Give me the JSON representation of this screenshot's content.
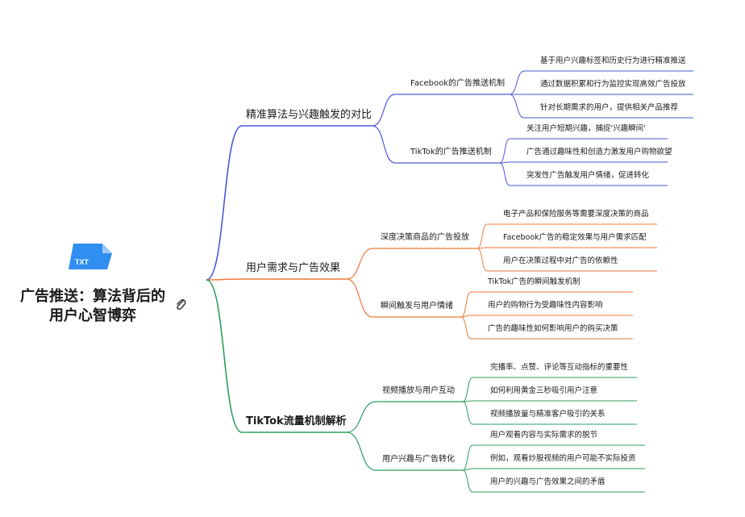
{
  "root": {
    "title_line1": "广告推送：算法背后的",
    "title_line2": "用户心智博弈",
    "file_badge": "TXT"
  },
  "branches": [
    {
      "label": "精准算法与兴趣触发的对比",
      "color": "#4a59d8",
      "children": [
        {
          "label": "Facebook的广告推送机制",
          "items": [
            "基于用户兴趣标签和历史行为进行精准推送",
            "通过数据积累和行为监控实现高效广告投放",
            "针对长期需求的用户，提供相关产品推荐"
          ]
        },
        {
          "label": "TikTok的广告推送机制",
          "items": [
            "关注用户短期兴趣，捕捉'兴趣瞬间'",
            "广告通过趣味性和创造力激发用户购物欲望",
            "突发性广告触发用户情绪，促进转化"
          ]
        }
      ]
    },
    {
      "label": "用户需求与广告效果",
      "color": "#ec7a3c",
      "children": [
        {
          "label": "深度决策商品的广告投放",
          "items": [
            "电子产品和保险服务等需要深度决策的商品",
            "Facebook广告的稳定效果与用户需求匹配",
            "用户在决策过程中对广告的依赖性"
          ]
        },
        {
          "label": "瞬间触发与用户情绪",
          "items": [
            "TikTok广告的瞬间触发机制",
            "用户的购物行为受趣味性内容影响",
            "广告的趣味性如何影响用户的购买决策"
          ]
        }
      ]
    },
    {
      "label": "TikTok流量机制解析",
      "color": "#2e9e5b",
      "children": [
        {
          "label": "视频播放与用户互动",
          "items": [
            "完播率、点赞、评论等互动指标的重要性",
            "如何利用黄金三秒吸引用户注意",
            "视频播放量与精准客户吸引的关系"
          ]
        },
        {
          "label": "用户兴趣与广告转化",
          "items": [
            "用户观看内容与实际需求的脱节",
            "例如，观看炒股视频的用户可能不实际投资",
            "用户的兴趣与广告效果之间的矛盾"
          ]
        }
      ]
    }
  ]
}
